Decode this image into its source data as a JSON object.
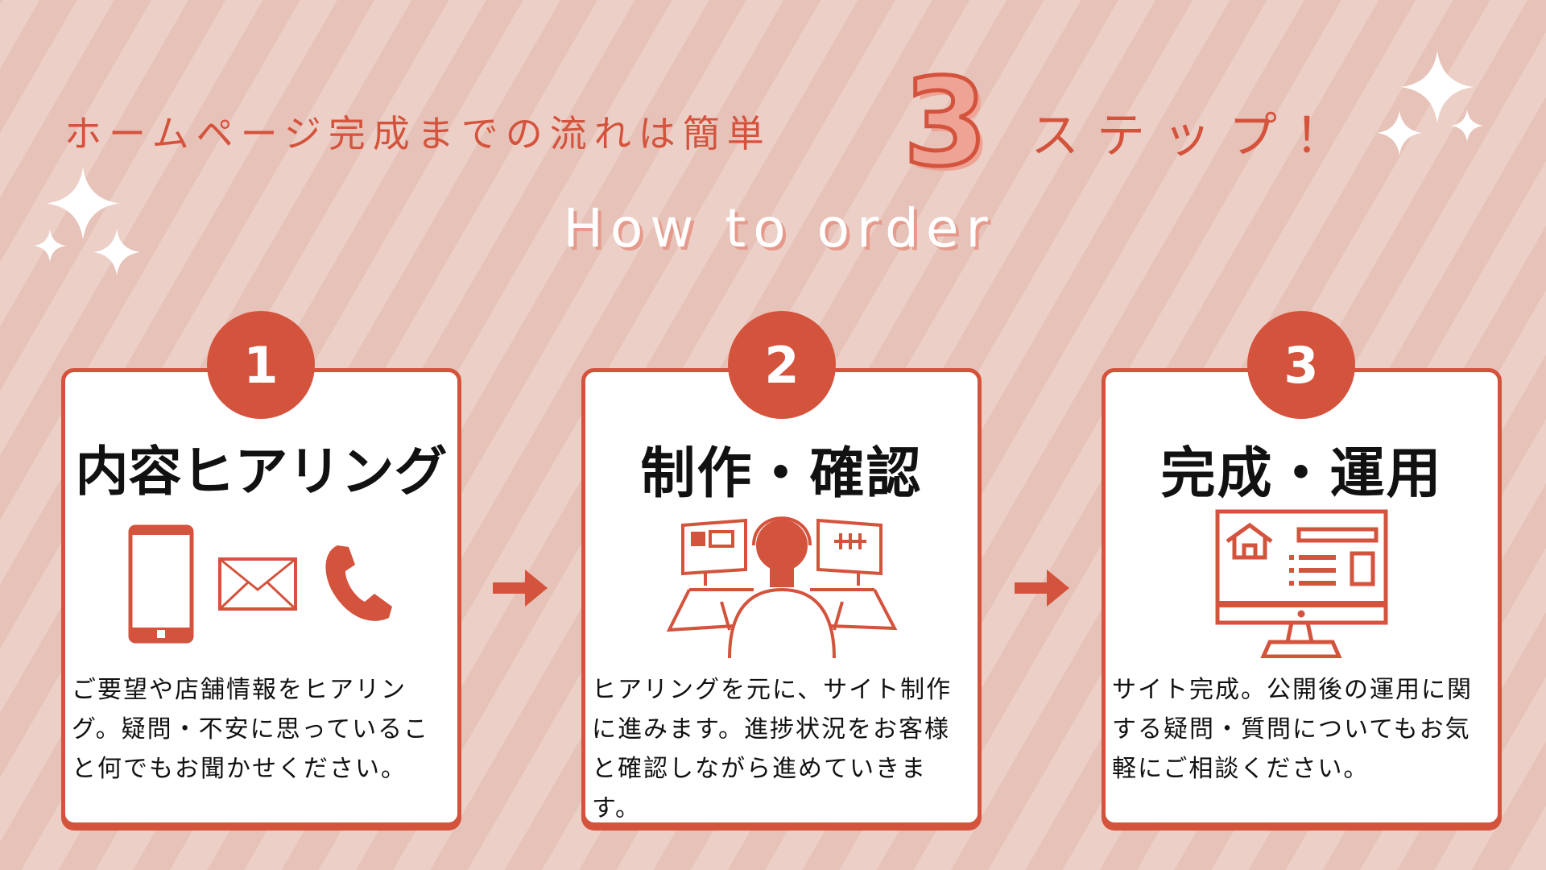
{
  "header": {
    "title_pre": "ホームページ完成までの流れは簡単",
    "title_num": "3",
    "title_post": "ステップ！",
    "subtitle": "How to order"
  },
  "colors": {
    "accent": "#d4533d",
    "background": "#e9c9c0"
  },
  "steps": [
    {
      "number": "1",
      "heading": "内容ヒアリング",
      "icons": [
        "smartphone-icon",
        "envelope-icon",
        "phone-icon"
      ],
      "text": "ご要望や店舗情報をヒアリング。疑問・不安に思っていること何でもお聞かせください。"
    },
    {
      "number": "2",
      "heading": "制作・確認",
      "icons": [
        "designer-at-desk-icon"
      ],
      "text": "ヒアリングを元に、サイト制作に進みます。進捗状況をお客様と確認しながら進めていきます。"
    },
    {
      "number": "3",
      "heading": "完成・運用",
      "icons": [
        "website-monitor-icon"
      ],
      "text": "サイト完成。公開後の運用に関する疑問・質問についてもお気軽にご相談ください。"
    }
  ]
}
